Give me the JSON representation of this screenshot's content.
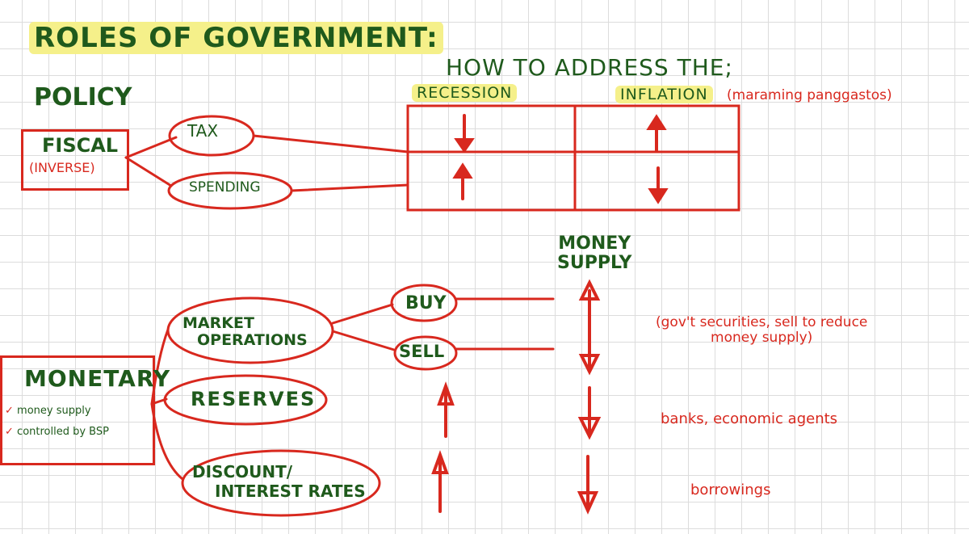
{
  "title": "ROLES OF GOVERNMENT:",
  "policy_label": "POLICY",
  "address_heading": "HOW TO ADDRESS THE;",
  "columns": {
    "recession": "RECESSION",
    "inflation": "INFLATION",
    "inflation_note": "(maraming panggastos)"
  },
  "fiscal": {
    "label": "FISCAL",
    "sublabel": "(INVERSE)",
    "branches": [
      "TAX",
      "SPENDING"
    ],
    "table": [
      {
        "row": "TAX",
        "recession": "down",
        "inflation": "up"
      },
      {
        "row": "SPENDING",
        "recession": "up",
        "inflation": "down"
      }
    ]
  },
  "monetary": {
    "label": "MONETARY",
    "bullets": [
      "money supply",
      "controlled by BSP"
    ],
    "check_mark": "✓",
    "money_supply_label": [
      "MONEY",
      "SUPPLY"
    ],
    "tools": [
      "MARKET OPERATIONS",
      "RESERVES",
      "DISCOUNT/ INTEREST RATES"
    ],
    "market_line1": "MARKET",
    "market_line2": "OPERATIONS",
    "discount_line1": "DISCOUNT/",
    "discount_line2": "INTEREST RATES",
    "operations": [
      {
        "label": "BUY",
        "money_supply": "up"
      },
      {
        "label": "SELL",
        "money_supply": "down"
      }
    ],
    "reserves_arrows": {
      "recession": "up",
      "money_supply": "down"
    },
    "discount_arrows": {
      "recession": "up",
      "money_supply": "down"
    },
    "notes": {
      "operations_line1": "(gov't securities, sell to reduce",
      "operations_line2": "money supply)",
      "reserves": "banks, economic agents",
      "discount": "borrowings"
    }
  },
  "colors": {
    "ink_green": "#1f5a1c",
    "ink_red": "#d8281e",
    "highlight": "#f5f08a",
    "grid": "#dcdcdc"
  }
}
